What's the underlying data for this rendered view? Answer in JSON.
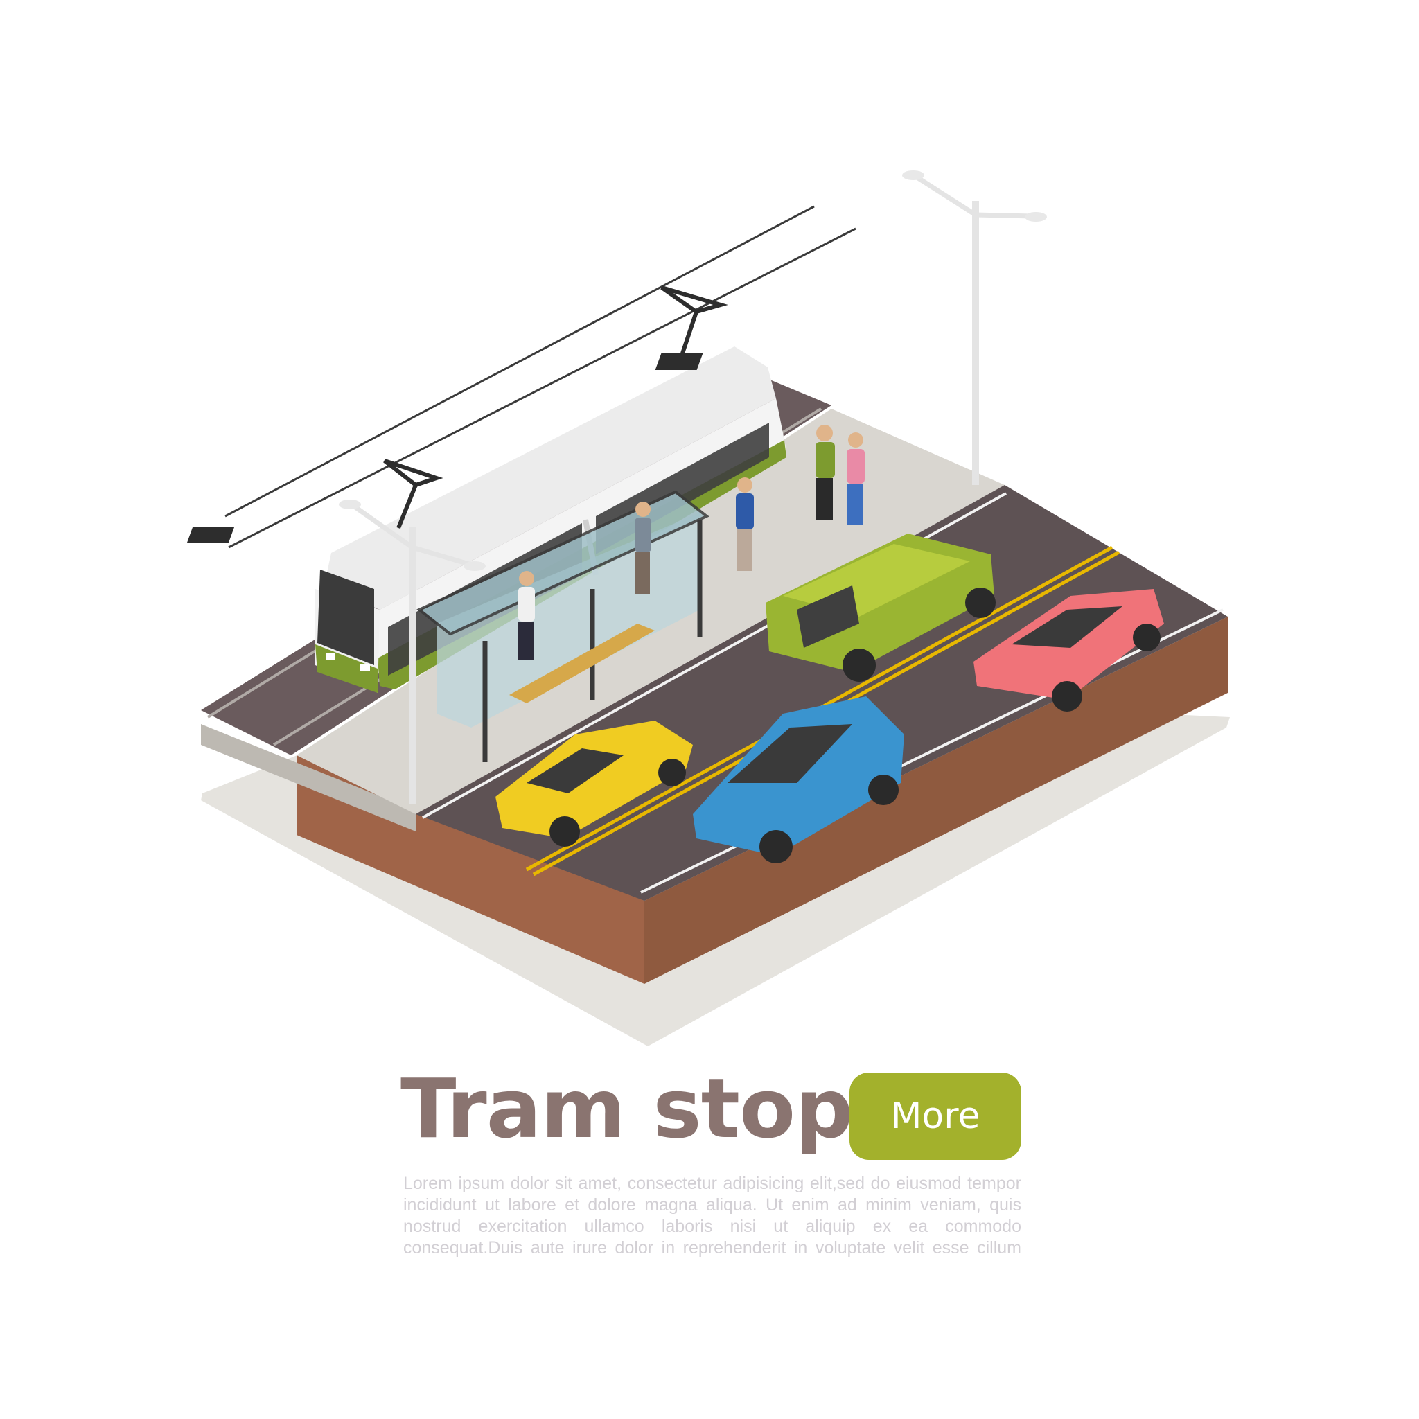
{
  "banner": {
    "title": "Tram stop",
    "more_label": "More",
    "description": "Lorem ipsum dolor sit amet, consectetur adipisicing elit,sed do eiusmod tempor incididunt ut labore et dolore magna aliqua. Ut enim ad minim veniam, quis nostrud exercitation ullamco laboris nisi ut aliquip ex ea commodo consequat.Duis aute irure dolor in reprehenderit in voluptate velit esse cillum"
  },
  "colors": {
    "title_text": "#8a7470",
    "more_button": "#a3b12c",
    "more_text": "#ffffff",
    "body_text": "#d2cfd4",
    "road": "#5e5254",
    "sidewalk": "#d9d6d0",
    "tram_green": "#7d9b2f",
    "tram_white": "#ececec"
  },
  "icons": {
    "illustration": "isometric-tram-stop-illustration"
  }
}
